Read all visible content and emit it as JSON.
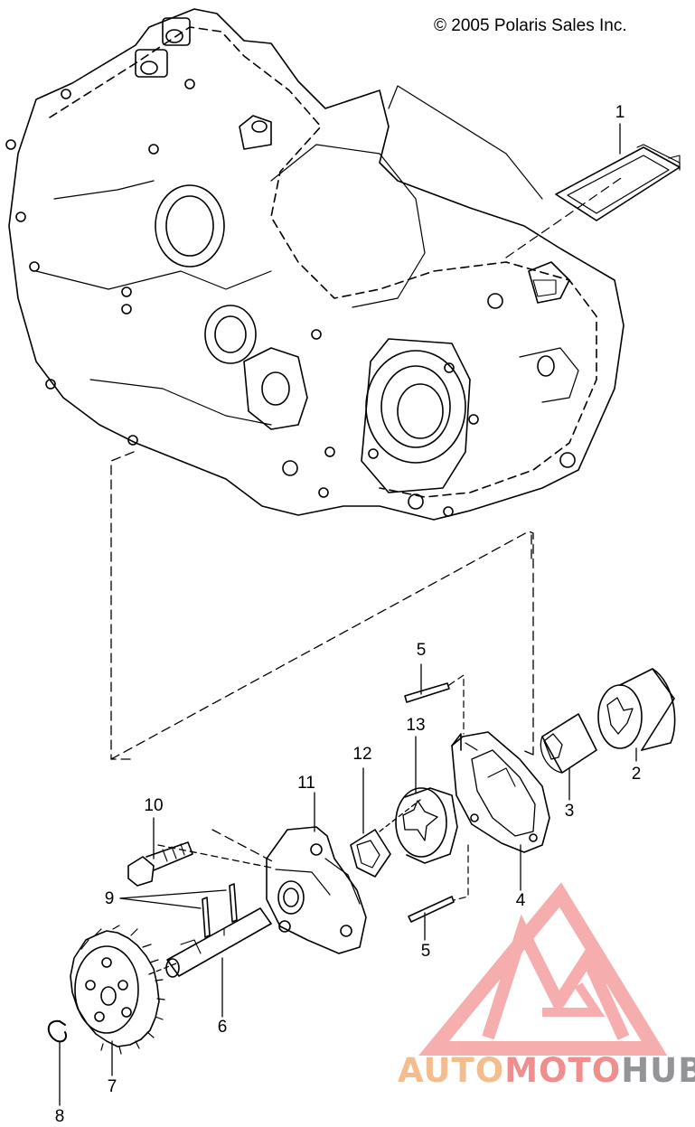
{
  "copyright": "© 2005 Polaris Sales Inc.",
  "callouts": [
    {
      "label": "1"
    },
    {
      "label": "2"
    },
    {
      "label": "3"
    },
    {
      "label": "4"
    },
    {
      "label": "5"
    },
    {
      "label": "5"
    },
    {
      "label": "6"
    },
    {
      "label": "7"
    },
    {
      "label": "8"
    },
    {
      "label": "9"
    },
    {
      "label": "10"
    },
    {
      "label": "11"
    },
    {
      "label": "12"
    },
    {
      "label": "13"
    }
  ],
  "watermark": {
    "part1": "AUTO",
    "part2": "MOTO",
    "part3": "HUB",
    "colors": {
      "auto": "#f2b27a",
      "moto": "#ee7b7b",
      "hub": "#7f8286",
      "logo": "#f08a8a"
    }
  }
}
